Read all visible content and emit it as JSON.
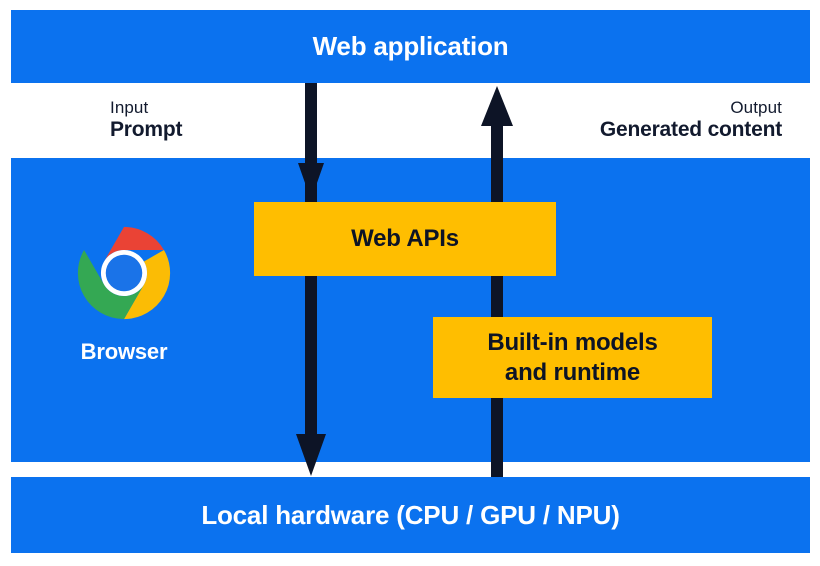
{
  "colors": {
    "band_blue": "#0b72ef",
    "box_yellow": "#ffbe00",
    "arrow_navy": "#0d1426",
    "text_dark": "#121a2e",
    "text_light": "#ffffff",
    "page_background": "#ffffff",
    "chrome_red": "#ea4335",
    "chrome_yellow": "#fbbc05",
    "chrome_green": "#34a853",
    "chrome_blue": "#1a73e8"
  },
  "bands": {
    "web_application": {
      "title": "Web application"
    },
    "browser": {
      "caption": "Browser",
      "logo_name": "chrome-logo"
    },
    "local_hardware": {
      "title": "Local hardware (CPU / GPU / NPU)"
    }
  },
  "flows": {
    "input": {
      "kind": "Input",
      "value": "Prompt",
      "direction": "down"
    },
    "output": {
      "kind": "Output",
      "value": "Generated content",
      "direction": "up"
    }
  },
  "boxes": [
    {
      "id": "web-apis",
      "label": "Web APIs"
    },
    {
      "id": "built-in-models",
      "line1": "Built-in models",
      "line2": "and runtime"
    }
  ]
}
